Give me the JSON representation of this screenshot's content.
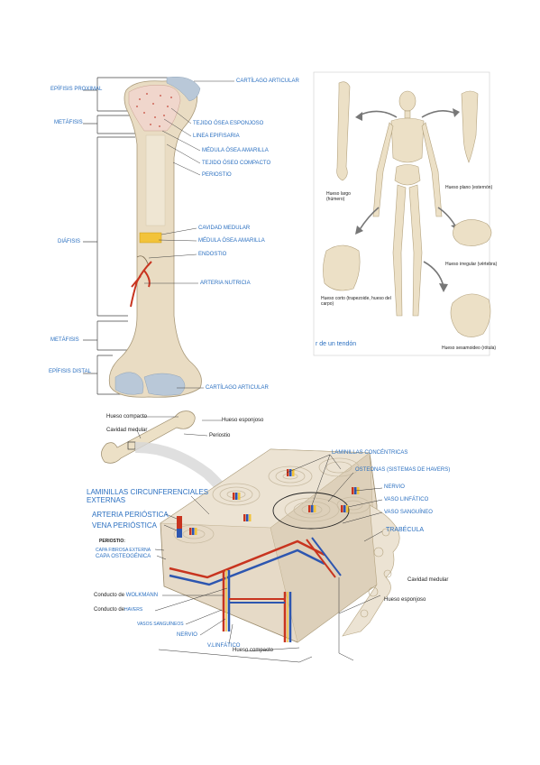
{
  "colors": {
    "label_blue": "#2a6fc0",
    "bone": "#e9dcc3",
    "marrow": "#f2c33a",
    "artery": "#c8341f"
  },
  "bone_diagram": {
    "left_labels": [
      "EPÍFISIS PROXIMAL",
      "METÁFISIS",
      "DIÁFISIS",
      "METÁFISIS",
      "EPÍFISIS DISTAL"
    ],
    "right_labels": [
      "CARTÍLAGO ARTICULAR",
      "TEJIDO ÓSEA ESPONJOSO",
      "LINEA EPIFISARIA",
      "MÉDULA ÓSEA AMARILLA",
      "TEJIDO ÓSEO COMPACTO",
      "PERIOSTIO",
      "CAVIDAD MEDULAR",
      "MÉDULA ÓSEA AMARILLA",
      "ENDOSTIO",
      "ARTERIA NUTRICIA",
      "CARTÍLAGO ARTICULAR"
    ]
  },
  "skeleton_panel": {
    "labels": [
      "Hueso largo (húmero)",
      "Hueso plano (esternón)",
      "Hueso irregular (vértebra)",
      "Hueso corto (trapezoide, hueso del carpo)",
      "Hueso sesamoideo (rótula)"
    ],
    "caption": "r de un tendón"
  },
  "histology": {
    "inset_labels": [
      "Hueso compacto",
      "Hueso esponjoso",
      "Cavidad medular",
      "Periostio"
    ],
    "blue_labels": [
      "LAMINILLAS CONCÉNTRICAS",
      "OSTEONAS (SISTEMAS DE HAVERS)",
      "NERVIO",
      "VASO LINFÁTICO",
      "VASO SANGUÍNEO",
      "TRABÉCULA",
      "LAMINILLAS CIRCUNFERENCIALES EXTERNAS",
      "ARTERIA PERIÓSTICA",
      "VENA PERIÓSTICA",
      "CAPA FIBROSA EXTERNA",
      "CAPA OSTEOGÉNICA"
    ],
    "periostio_heading": "PERIOSTIO:",
    "conducto_wolkmann_prefix": "Conducto de",
    "conducto_wolkmann_name": "WOLKMANN",
    "conducto_havers_prefix": "Conducto de",
    "conducto_havers_name": "HAVERS",
    "bottom_labels": [
      "VASOS SANGUÍNEOS",
      "NERVIO",
      "V.LINFÁTICO"
    ],
    "dark_labels": [
      "Hueso compacto",
      "Cavidad medular",
      "Hueso esponjoso"
    ]
  }
}
